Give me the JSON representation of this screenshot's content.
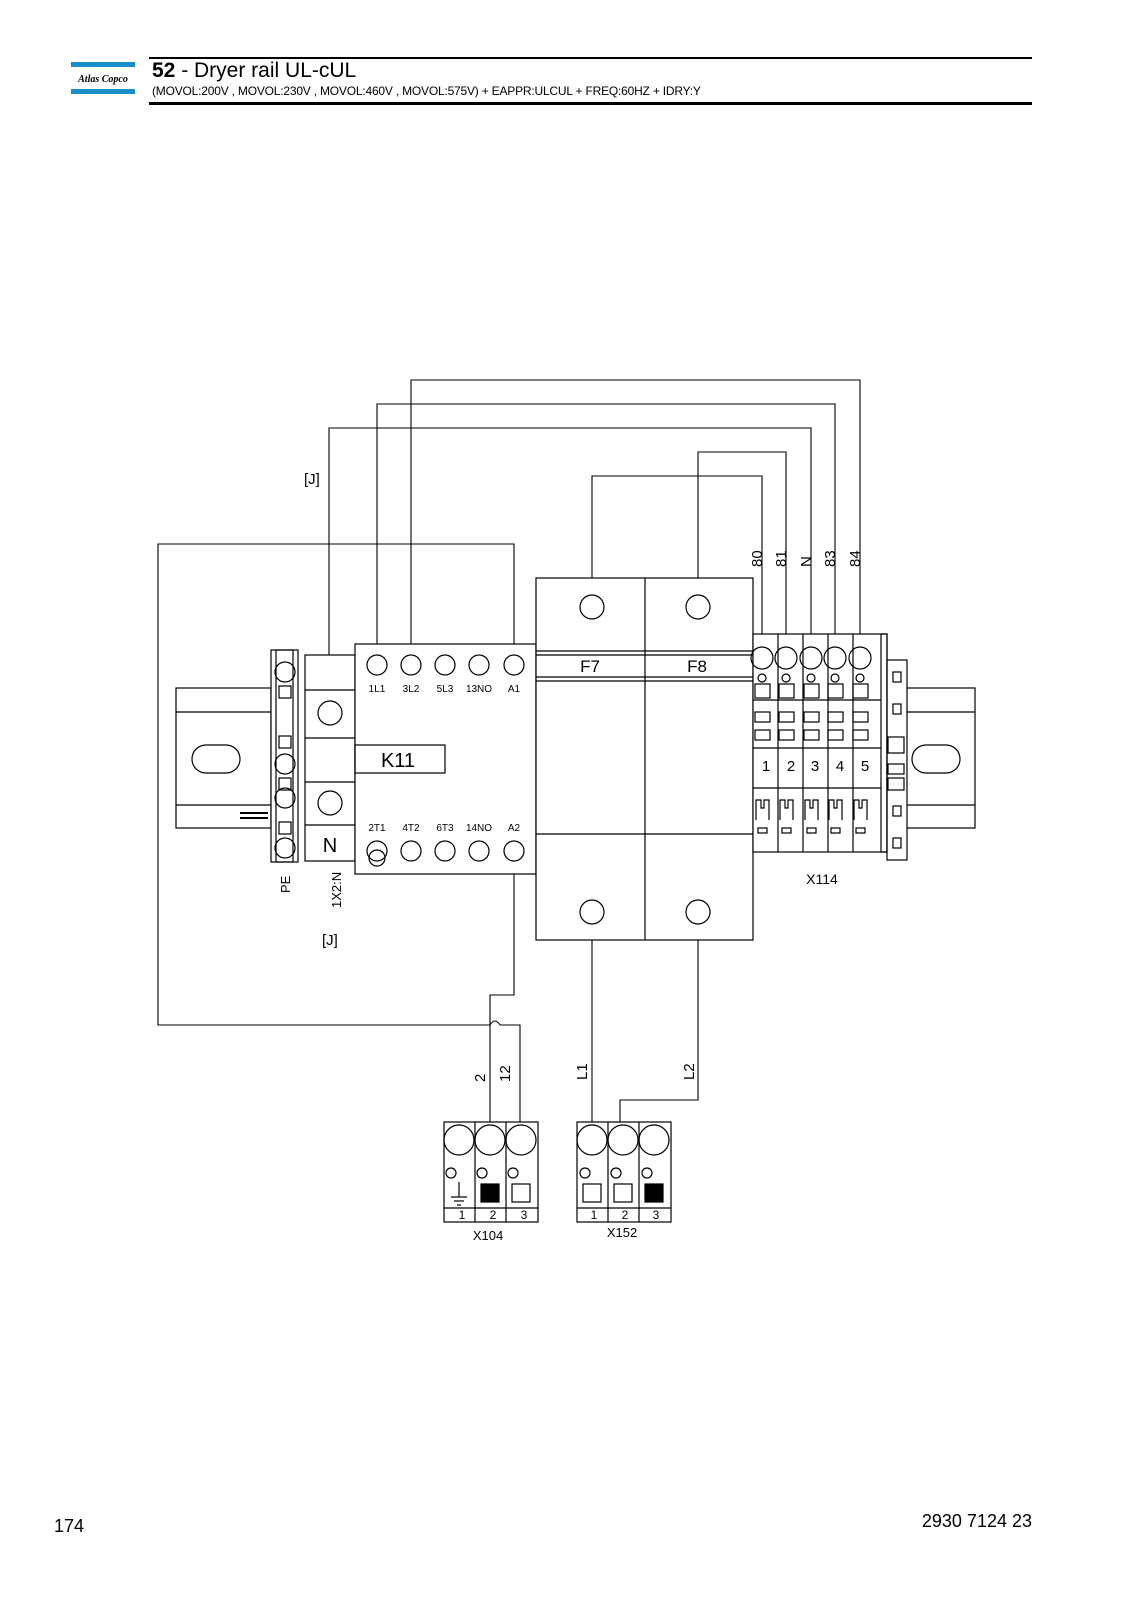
{
  "header": {
    "logo_text": "Atlas Copco",
    "section_number": "52",
    "title": " - Dryer rail UL-cUL",
    "subtitle": "(MOVOL:200V , MOVOL:230V , MOVOL:460V , MOVOL:575V) + EAPPR:ULCUL + FREQ:60HZ + IDRY:Y"
  },
  "footer": {
    "page_number": "174",
    "document_number": "2930 7124 23"
  },
  "diagram": {
    "tag_j_top": "[J]",
    "tag_j_bottom": "[J]",
    "pe_label": "PE",
    "neutral_terminal_label": "1X2:N",
    "neutral_symbol": "N",
    "contactor": {
      "name": "K11",
      "top_terminals": [
        "1L1",
        "3L2",
        "5L3",
        "13NO",
        "A1"
      ],
      "bottom_terminals": [
        "2T1",
        "4T2",
        "6T3",
        "14NO",
        "A2"
      ]
    },
    "fuses": [
      "F7",
      "F8"
    ],
    "x114": {
      "name": "X114",
      "wire_labels": [
        "80",
        "81",
        "N",
        "83",
        "84"
      ],
      "terminals": [
        "1",
        "2",
        "3",
        "4",
        "5"
      ]
    },
    "x104": {
      "name": "X104",
      "wire_labels": [
        "2",
        "12"
      ],
      "terminals": [
        "1",
        "2",
        "3"
      ]
    },
    "x152": {
      "name": "X152",
      "wire_labels": [
        "L1",
        "L2"
      ],
      "terminals": [
        "1",
        "2",
        "3"
      ]
    }
  }
}
